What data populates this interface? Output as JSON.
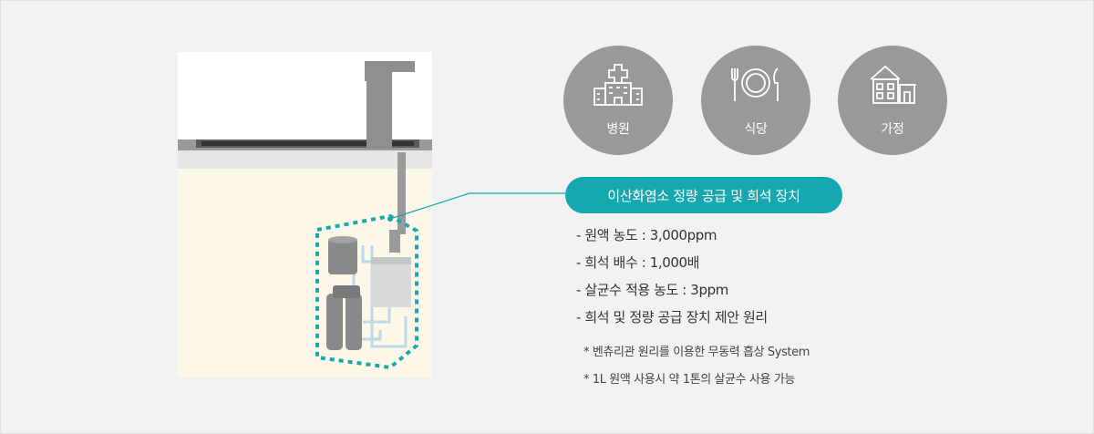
{
  "usage_places": [
    {
      "label": "병원",
      "icon": "hospital-icon"
    },
    {
      "label": "식당",
      "icon": "restaurant-icon"
    },
    {
      "label": "가정",
      "icon": "house-icon"
    }
  ],
  "device_label": "이산화염소 정량 공급 및 희석 장치",
  "specs": [
    "- 원액 농도 : 3,000ppm",
    "- 희석 배수 : 1,000배",
    "- 살균수 적용 농도 : 3ppm",
    "- 희석 및 정량 공급 장치 제안 원리"
  ],
  "notes": [
    "* 벤츄리관 원리를 이용한 무동력 흡상 System",
    "* 1L 원액 사용시 약 1톤의 살균수 사용 가능"
  ],
  "colors": {
    "accent": "#16a8ae",
    "circle": "#999999",
    "cabinet": "#fdf7e7"
  }
}
